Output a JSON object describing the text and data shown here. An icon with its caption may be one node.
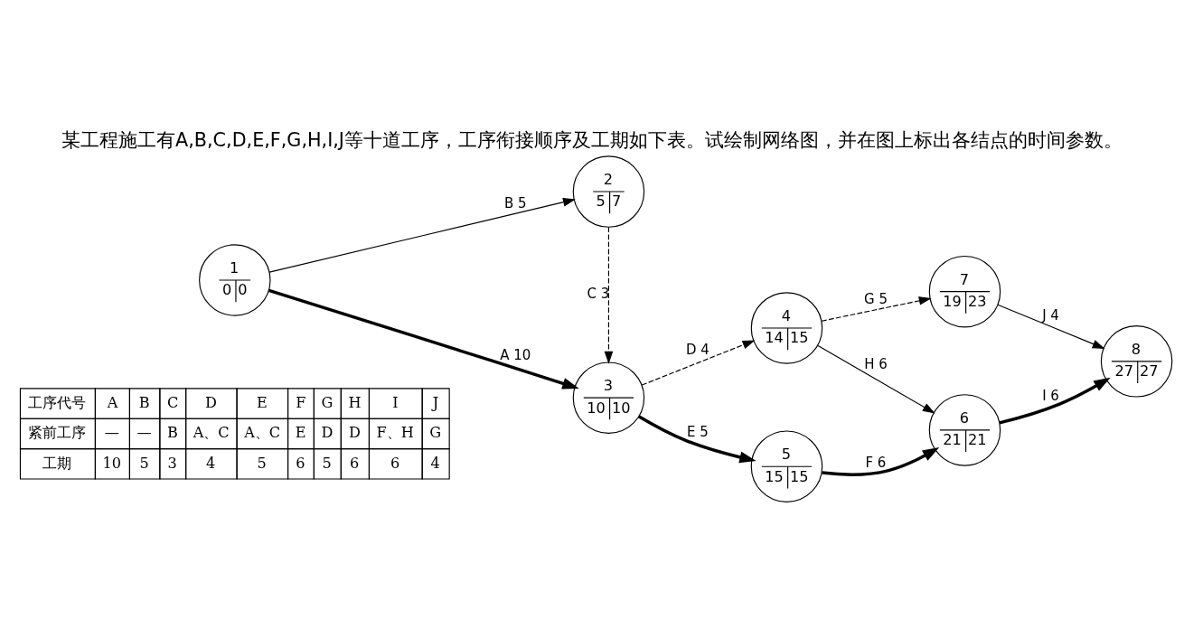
{
  "diagram": {
    "title": "某工程施工有A,B,C,D,E,F,G,H,I,J等十道工序，工序衔接顺序及工期如下表。试绘制网络图，并在图上标出各结点的时间参数。",
    "nodes": [
      {
        "text": [
          "1",
          "0",
          "0"
        ]
      },
      {
        "text": [
          "2",
          "5",
          "7"
        ]
      },
      {
        "text": [
          "3",
          "10",
          "10"
        ]
      },
      {
        "text": [
          "4",
          "14",
          "15"
        ]
      },
      {
        "text": [
          "5",
          "15",
          "15"
        ]
      },
      {
        "text": [
          "6",
          "21",
          "21"
        ]
      },
      {
        "text": [
          "7",
          "19",
          "23"
        ]
      },
      {
        "text": [
          "8",
          "27",
          "27"
        ]
      }
    ],
    "edges": [
      {
        "from": 0,
        "to": 2,
        "arrow": "to",
        "label": "A 10",
        "style": "thick"
      },
      {
        "from": 0,
        "to": 1,
        "arrow": "to",
        "label": "B 5"
      },
      {
        "from": 1,
        "to": 2,
        "arrow": "to",
        "label": "C 3",
        "style": "dashed"
      },
      {
        "from": 2,
        "to": 3,
        "arrow": "to",
        "label": "D 4",
        "style": "dashed"
      },
      {
        "from": 2,
        "to": 4,
        "arrow": "to",
        "label": "E 5",
        "style": "thick"
      },
      {
        "from": 3,
        "to": 6,
        "arrow": "to",
        "label": "G 5",
        "style": "dashed"
      },
      {
        "from": 3,
        "to": 5,
        "arrow": "to",
        "label": "H 6"
      },
      {
        "from": 4,
        "to": 5,
        "arrow": "to",
        "label": "F 6",
        "style": "thick"
      },
      {
        "from": 6,
        "to": 7,
        "arrow": "to",
        "label": "J 4"
      },
      {
        "from": 5,
        "to": 7,
        "arrow": "to",
        "label": "I 6",
        "style": "thick"
      }
    ],
    "labels": [
      "工序代号",
      "A",
      "B",
      "C",
      "D",
      "E",
      "F",
      "G",
      "H",
      "I",
      "J",
      "紧前工序",
      "—",
      "—",
      "B",
      "A、C",
      "A、C",
      "E",
      "D",
      "D",
      "F、H",
      "G",
      "工期",
      "10",
      "5",
      "3",
      "4",
      "5",
      "6",
      "5",
      "6",
      "6",
      "4"
    ]
  }
}
